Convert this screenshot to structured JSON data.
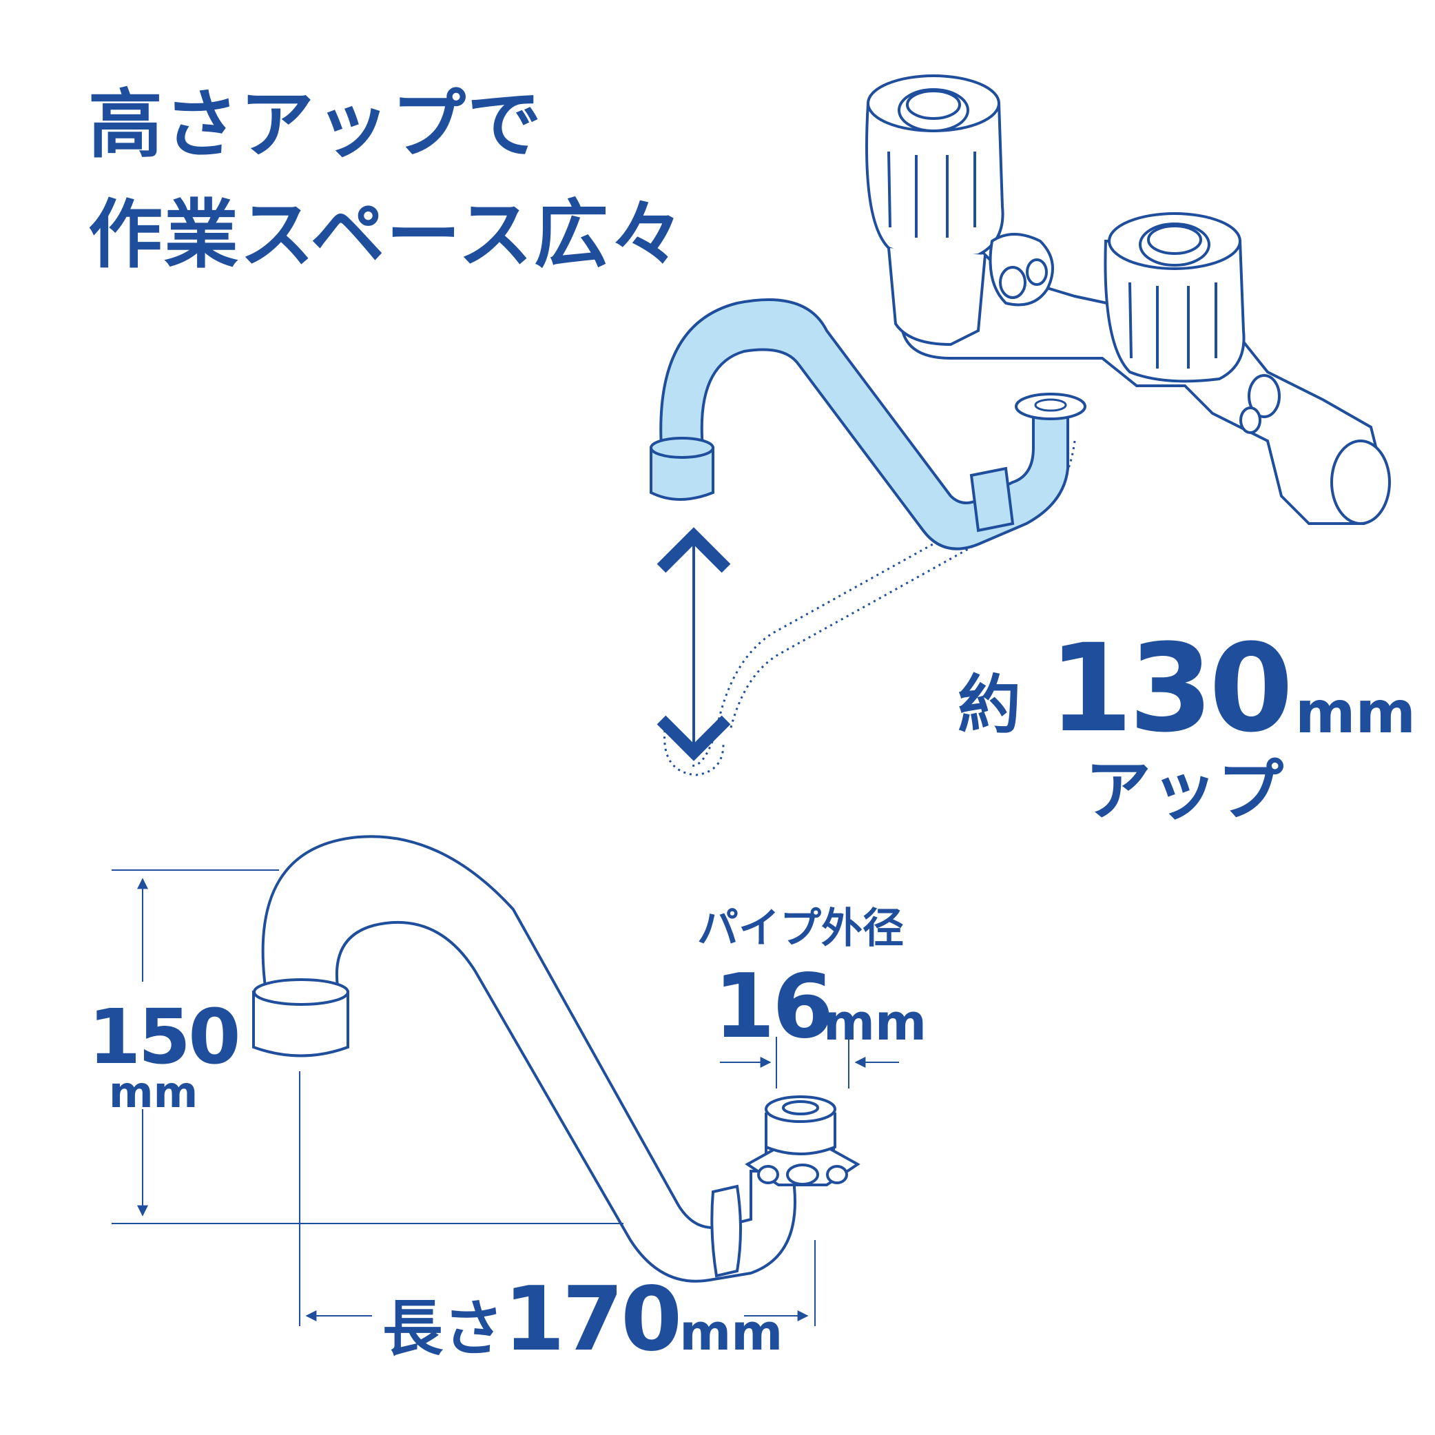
{
  "headline": {
    "line1": "高さアップで",
    "line2": "作業スペース広々"
  },
  "raise": {
    "prefix": "約",
    "value": "130",
    "unit": "mm",
    "suffix": "アップ"
  },
  "dimensions": {
    "height_value": "150",
    "height_unit": "mm",
    "length_prefix": "長さ",
    "length_value": "170",
    "length_unit": "mm",
    "diameter_label": "パイプ外径",
    "diameter_value": "16",
    "diameter_unit": "mm"
  },
  "colors": {
    "brand_blue": "#1f4e9c",
    "pipe_fill": "#b9e0f5",
    "background": "#ffffff"
  }
}
